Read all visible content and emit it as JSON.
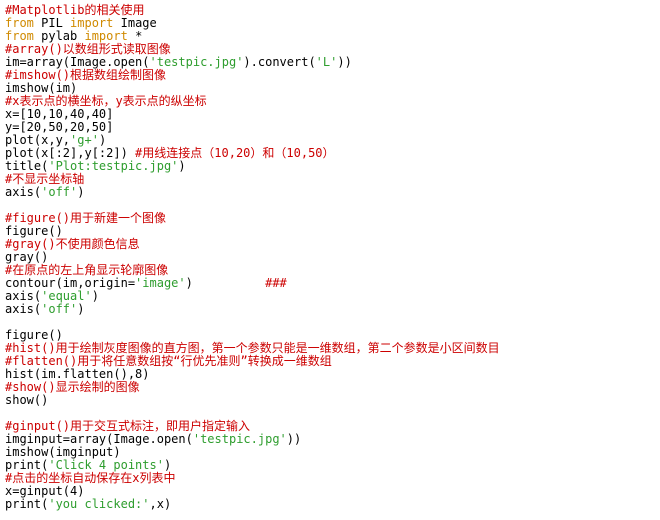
{
  "code_lines": [
    [
      {
        "t": "#Matplotlib的相关使用",
        "c": "comment"
      }
    ],
    [
      {
        "t": "from",
        "c": "keyword"
      },
      {
        "t": " PIL ",
        "c": "plain"
      },
      {
        "t": "import",
        "c": "keyword"
      },
      {
        "t": " Image",
        "c": "plain"
      }
    ],
    [
      {
        "t": "from",
        "c": "keyword"
      },
      {
        "t": " pylab ",
        "c": "plain"
      },
      {
        "t": "import",
        "c": "keyword"
      },
      {
        "t": " *",
        "c": "plain"
      }
    ],
    [
      {
        "t": "#array()以数组形式读取图像",
        "c": "comment"
      }
    ],
    [
      {
        "t": "im=array(Image.open(",
        "c": "plain"
      },
      {
        "t": "'testpic.jpg'",
        "c": "string"
      },
      {
        "t": ").convert(",
        "c": "plain"
      },
      {
        "t": "'L'",
        "c": "string"
      },
      {
        "t": "))",
        "c": "plain"
      }
    ],
    [
      {
        "t": "#imshow()根据数组绘制图像",
        "c": "comment"
      }
    ],
    [
      {
        "t": "imshow(im)",
        "c": "plain"
      }
    ],
    [
      {
        "t": "#x表示点的横坐标，y表示点的纵坐标",
        "c": "comment"
      }
    ],
    [
      {
        "t": "x=[10,10,40,40]",
        "c": "plain"
      }
    ],
    [
      {
        "t": "y=[20,50,20,50]",
        "c": "plain"
      }
    ],
    [
      {
        "t": "plot(x,y,",
        "c": "plain"
      },
      {
        "t": "'g+'",
        "c": "string"
      },
      {
        "t": ")",
        "c": "plain"
      }
    ],
    [
      {
        "t": "plot(x[:2],y[:2]) ",
        "c": "plain"
      },
      {
        "t": "#用线连接点（10,20）和（10,50）",
        "c": "comment"
      }
    ],
    [
      {
        "t": "title(",
        "c": "plain"
      },
      {
        "t": "'Plot:testpic.jpg'",
        "c": "string"
      },
      {
        "t": ")",
        "c": "plain"
      }
    ],
    [
      {
        "t": "#不显示坐标轴",
        "c": "comment"
      }
    ],
    [
      {
        "t": "axis(",
        "c": "plain"
      },
      {
        "t": "'off'",
        "c": "string"
      },
      {
        "t": ")",
        "c": "plain"
      }
    ],
    [],
    [
      {
        "t": "#figure()用于新建一个图像",
        "c": "comment"
      }
    ],
    [
      {
        "t": "figure()",
        "c": "plain"
      }
    ],
    [
      {
        "t": "#gray()不使用颜色信息",
        "c": "comment"
      }
    ],
    [
      {
        "t": "gray()",
        "c": "plain"
      }
    ],
    [
      {
        "t": "#在原点的左上角显示轮廓图像",
        "c": "comment"
      }
    ],
    [
      {
        "t": "contour(im,origin=",
        "c": "plain"
      },
      {
        "t": "'image'",
        "c": "string"
      },
      {
        "t": ")          ",
        "c": "plain"
      },
      {
        "t": "###",
        "c": "comment"
      }
    ],
    [
      {
        "t": "axis(",
        "c": "plain"
      },
      {
        "t": "'equal'",
        "c": "string"
      },
      {
        "t": ")",
        "c": "plain"
      }
    ],
    [
      {
        "t": "axis(",
        "c": "plain"
      },
      {
        "t": "'off'",
        "c": "string"
      },
      {
        "t": ")",
        "c": "plain"
      }
    ],
    [],
    [
      {
        "t": "figure()",
        "c": "plain"
      }
    ],
    [
      {
        "t": "#hist()用于绘制灰度图像的直方图，第一个参数只能是一维数组，第二个参数是小区间数目",
        "c": "comment"
      }
    ],
    [
      {
        "t": "#flatten()用于将任意数组按“行优先准则”转换成一维数组",
        "c": "comment"
      }
    ],
    [
      {
        "t": "hist(im.flatten(),8)",
        "c": "plain"
      }
    ],
    [
      {
        "t": "#show()显示绘制的图像",
        "c": "comment"
      }
    ],
    [
      {
        "t": "show()",
        "c": "plain"
      }
    ],
    [],
    [
      {
        "t": "#ginput()用于交互式标注，即用户指定输入",
        "c": "comment"
      }
    ],
    [
      {
        "t": "imginput=array(Image.open(",
        "c": "plain"
      },
      {
        "t": "'testpic.jpg'",
        "c": "string"
      },
      {
        "t": "))",
        "c": "plain"
      }
    ],
    [
      {
        "t": "imshow(imginput)",
        "c": "plain"
      }
    ],
    [
      {
        "t": "print(",
        "c": "plain"
      },
      {
        "t": "'Click 4 points'",
        "c": "string"
      },
      {
        "t": ")",
        "c": "plain"
      }
    ],
    [
      {
        "t": "#点击的坐标自动保存在x列表中",
        "c": "comment"
      }
    ],
    [
      {
        "t": "x=ginput(4)",
        "c": "plain"
      }
    ],
    [
      {
        "t": "print(",
        "c": "plain"
      },
      {
        "t": "'you clicked:'",
        "c": "string"
      },
      {
        "t": ",x)",
        "c": "plain"
      }
    ]
  ]
}
